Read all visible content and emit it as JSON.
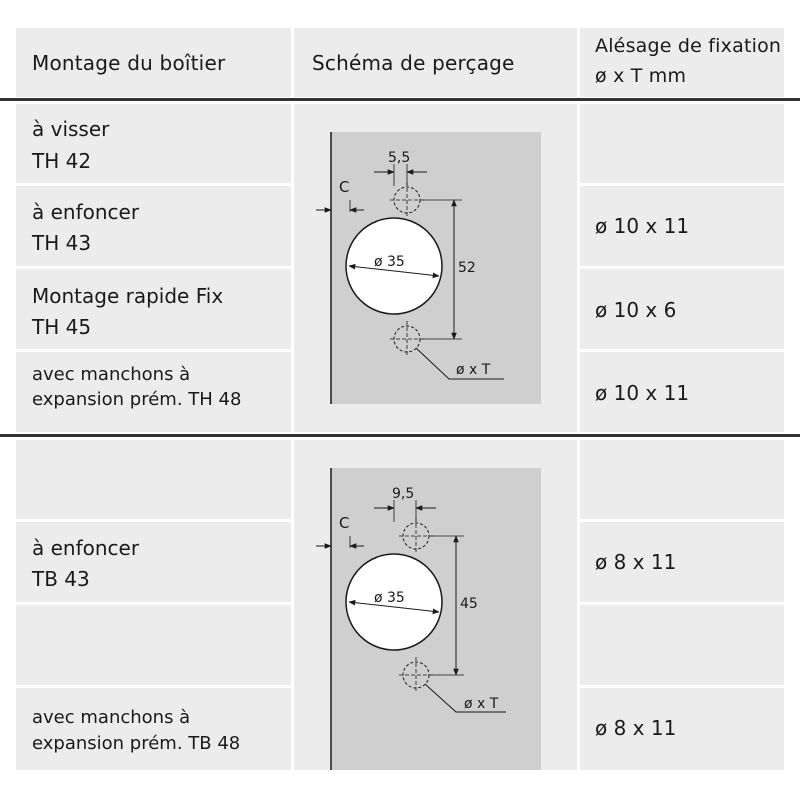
{
  "header": {
    "col1": "Montage du boîtier",
    "col2": "Schéma de perçage",
    "col3_line1": "Alésage de fixation",
    "col3_line2": "ø x T mm"
  },
  "section_th": {
    "rows": [
      {
        "line1": "à visser",
        "line2": "TH 42",
        "value": ""
      },
      {
        "line1": "à enfoncer",
        "line2": "TH 43",
        "value": "ø 10 x 11"
      },
      {
        "line1": "Montage rapide Fix",
        "line2": "TH 45",
        "value": "ø 10 x 6"
      },
      {
        "line1": "avec manchons à",
        "line2": "expansion prém. TH 48",
        "value": "ø 10 x 11"
      }
    ],
    "diagram": {
      "offset_label": "5,5",
      "edge_label": "C",
      "cup_label": "ø 35",
      "spacing_label": "52",
      "hole_label": "ø x T"
    }
  },
  "section_tb": {
    "rows": [
      {
        "line1": "à enfoncer",
        "line2": "TB 43",
        "value": "ø 8 x 11"
      },
      {
        "line1": "avec manchons à",
        "line2": "expansion prém. TB 48",
        "value": "ø 8 x 11"
      }
    ],
    "diagram": {
      "offset_label": "9,5",
      "edge_label": "C",
      "cup_label": "ø 35",
      "spacing_label": "45",
      "hole_label": "ø x T"
    }
  }
}
